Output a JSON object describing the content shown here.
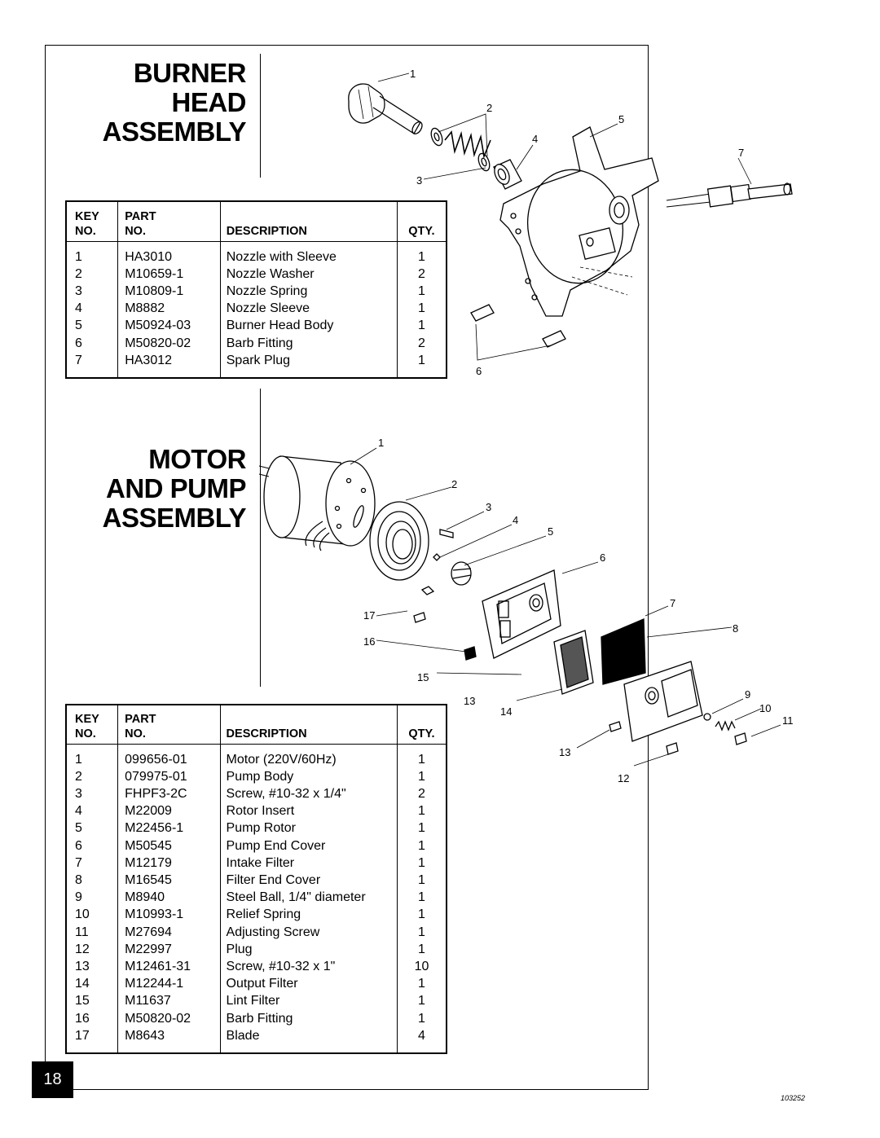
{
  "burner_section": {
    "title_lines": [
      "BURNER",
      "HEAD",
      "ASSEMBLY"
    ],
    "headers": {
      "key_top": "KEY",
      "key_bottom": "NO.",
      "part_top": "PART",
      "part_bottom": "NO.",
      "description": "DESCRIPTION",
      "qty": "QTY."
    },
    "rows": [
      {
        "key": "1",
        "part": "HA3010",
        "description": "Nozzle with Sleeve",
        "qty": "1"
      },
      {
        "key": "2",
        "part": "M10659-1",
        "description": "Nozzle Washer",
        "qty": "2"
      },
      {
        "key": "3",
        "part": "M10809-1",
        "description": "Nozzle Spring",
        "qty": "1"
      },
      {
        "key": "4",
        "part": "M8882",
        "description": "Nozzle Sleeve",
        "qty": "1"
      },
      {
        "key": "5",
        "part": "M50924-03",
        "description": "Burner Head Body",
        "qty": "1"
      },
      {
        "key": "6",
        "part": "M50820-02",
        "description": "Barb Fitting",
        "qty": "2"
      },
      {
        "key": "7",
        "part": "HA3012",
        "description": "Spark Plug",
        "qty": "1"
      }
    ],
    "callouts": [
      "1",
      "2",
      "3",
      "4",
      "5",
      "6",
      "7"
    ]
  },
  "motor_section": {
    "title_lines": [
      "MOTOR",
      "AND PUMP",
      "ASSEMBLY"
    ],
    "headers": {
      "key_top": "KEY",
      "key_bottom": "NO.",
      "part_top": "PART",
      "part_bottom": "NO.",
      "description": "DESCRIPTION",
      "qty": "QTY."
    },
    "rows": [
      {
        "key": "1",
        "part": "099656-01",
        "description": "Motor (220V/60Hz)",
        "qty": "1"
      },
      {
        "key": "2",
        "part": "079975-01",
        "description": "Pump Body",
        "qty": "1"
      },
      {
        "key": "3",
        "part": "FHPF3-2C",
        "description": "Screw, #10-32 x 1/4\"",
        "qty": "2"
      },
      {
        "key": "4",
        "part": "M22009",
        "description": "Rotor Insert",
        "qty": "1"
      },
      {
        "key": "5",
        "part": "M22456-1",
        "description": "Pump Rotor",
        "qty": "1"
      },
      {
        "key": "6",
        "part": "M50545",
        "description": "Pump End Cover",
        "qty": "1"
      },
      {
        "key": "7",
        "part": "M12179",
        "description": "Intake Filter",
        "qty": "1"
      },
      {
        "key": "8",
        "part": "M16545",
        "description": "Filter End Cover",
        "qty": "1"
      },
      {
        "key": "9",
        "part": "M8940",
        "description": "Steel Ball, 1/4\" diameter",
        "qty": "1"
      },
      {
        "key": "10",
        "part": "M10993-1",
        "description": "Relief Spring",
        "qty": "1"
      },
      {
        "key": "11",
        "part": "M27694",
        "description": "Adjusting Screw",
        "qty": "1"
      },
      {
        "key": "12",
        "part": "M22997",
        "description": "Plug",
        "qty": "1"
      },
      {
        "key": "13",
        "part": "M12461-31",
        "description": "Screw, #10-32 x 1\"",
        "qty": "10"
      },
      {
        "key": "14",
        "part": "M12244-1",
        "description": "Output Filter",
        "qty": "1"
      },
      {
        "key": "15",
        "part": "M11637",
        "description": "Lint Filter",
        "qty": "1"
      },
      {
        "key": "16",
        "part": "M50820-02",
        "description": "Barb Fitting",
        "qty": "1"
      },
      {
        "key": "17",
        "part": "M8643",
        "description": "Blade",
        "qty": "4"
      }
    ],
    "callouts": [
      "1",
      "2",
      "3",
      "4",
      "5",
      "6",
      "7",
      "8",
      "9",
      "10",
      "11",
      "12",
      "13",
      "13",
      "14",
      "15",
      "16",
      "17"
    ]
  },
  "footer": {
    "page_number": "18",
    "doc_code": "103252"
  }
}
